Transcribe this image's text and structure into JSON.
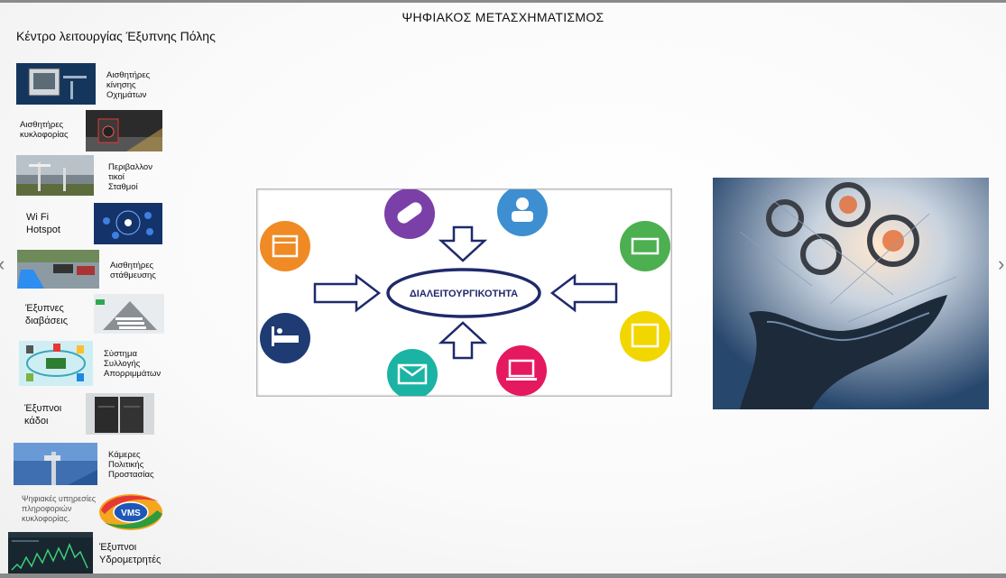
{
  "page": {
    "title": "ΨΗΦΙΑΚΟΣ ΜΕΤΑΣΧΗΜΑΤΙΣΜΟΣ",
    "subtitle": "Κέντρο λειτουργίας Έξυπνης Πόλης"
  },
  "sidebar": {
    "items": [
      {
        "label": "Αισθητήρες\nκίνησης\nΟχημάτων"
      },
      {
        "label": "Αισθητήρες\nκυκλοφορίας"
      },
      {
        "label": "Περιβαλλον\nτικοί\nΣταθμοί"
      },
      {
        "label": "Wi Fi\nHotspot"
      },
      {
        "label": "Αισθητήρες\nστάθμευσης"
      },
      {
        "label": "Έξυπνες\nδιαβάσεις"
      },
      {
        "label": "Σύστημα\nΣυλλογής\nΑπορριμμάτων"
      },
      {
        "label": "Έξυπνοι\nκάδοι"
      },
      {
        "label": "Κάμερες\nΠολιτικής\nΠροστασίας"
      },
      {
        "label": "Ψηφιακές υπηρεσίες\nπληροφοριών\nκυκλοφορίας."
      },
      {
        "label": "Έξυπνοι\nΥδρομετρητές"
      }
    ],
    "vms_logo_text": "VMS"
  },
  "diagram": {
    "center_label": "ΔΙΑΛΕΙΤΟΥΡΓΙΚΟΤΗΤΑ"
  },
  "navigation": {
    "prev_icon": "chevron-left-icon",
    "next_icon": "chevron-right-icon"
  },
  "colors": {
    "purple": "#7b3fa8",
    "blue": "#3d8fd1",
    "orange": "#f08a24",
    "green": "#4caf50",
    "yellow": "#f2d600",
    "navy": "#1f3b73",
    "teal": "#1bb3a3",
    "pink": "#e5195f"
  }
}
